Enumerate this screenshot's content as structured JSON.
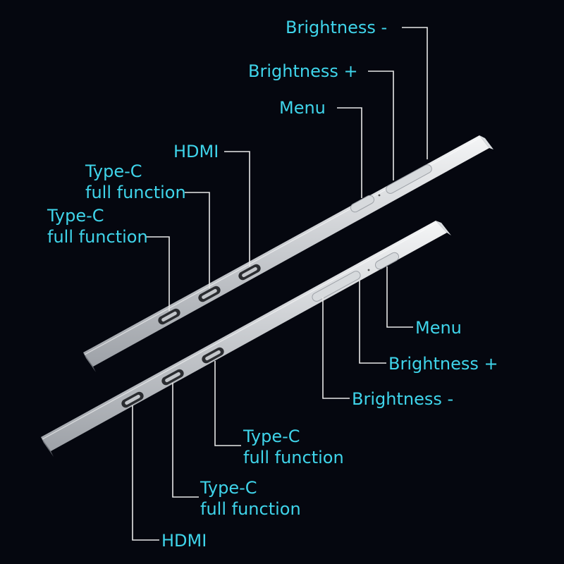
{
  "colors": {
    "background": "#05070f",
    "label": "#3fd4ea",
    "leader": "#e8e8e8",
    "body": "#c9ccd0"
  },
  "device_top": {
    "labels": {
      "brightness_minus": "Brightness -",
      "brightness_plus": "Brightness +",
      "menu": "Menu",
      "hdmi": "HDMI",
      "typec_a_line1": "Type-C",
      "typec_a_line2": "full function",
      "typec_b_line1": "Type-C",
      "typec_b_line2": "full function"
    }
  },
  "device_bottom": {
    "labels": {
      "menu": "Menu",
      "brightness_plus": "Brightness +",
      "brightness_minus": "Brightness -",
      "typec_a_line1": "Type-C",
      "typec_a_line2": "full function",
      "typec_b_line1": "Type-C",
      "typec_b_line2": "full function",
      "hdmi": "HDMI"
    }
  }
}
